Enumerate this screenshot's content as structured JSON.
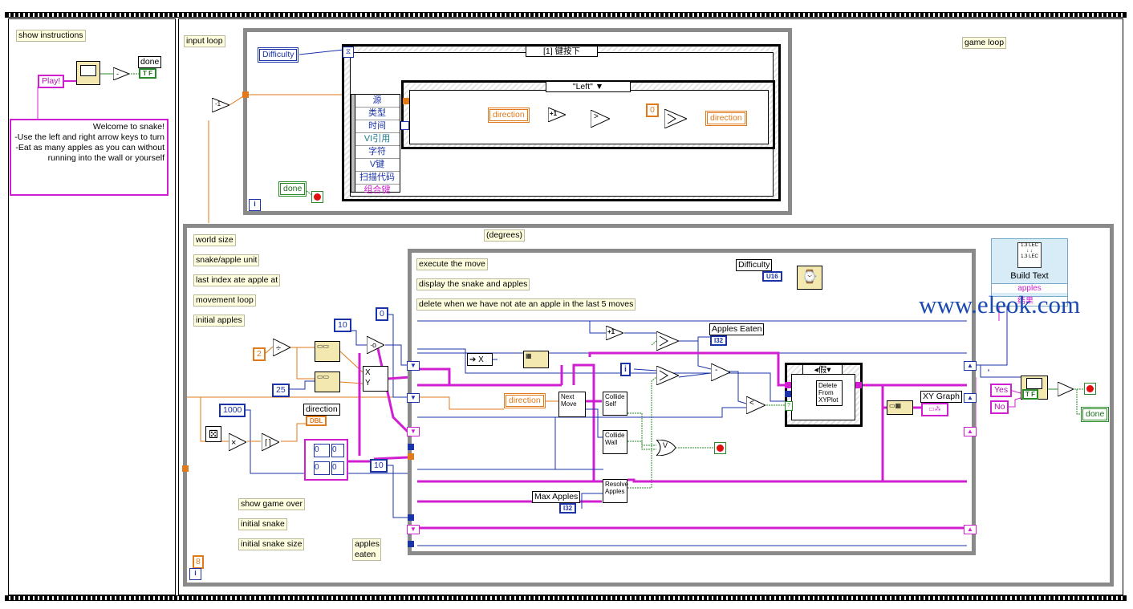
{
  "instructions_panel": {
    "show_instructions": "show instructions",
    "play_label": "Play!",
    "done_label": "done",
    "tf_label": "T F",
    "welcome_text_1": "Welcome to snake!",
    "welcome_text_2": "-Use the left and right arrow keys to turn",
    "welcome_text_3": "-Eat as many apples as you can without running into the wall or yourself"
  },
  "input_loop": {
    "title": "input loop",
    "difficulty": "Difficulty",
    "event_case": "[1] 键按下",
    "event_fields": [
      "源",
      "类型",
      "时间",
      "VI引用",
      "字符",
      "V键",
      "扫描代码",
      "组合键"
    ],
    "inner_case": "\"Left\"",
    "direction_in": "direction",
    "increment": "+1",
    "greater": ">",
    "zero": "0",
    "direction_out": "direction",
    "done": "done",
    "i": "i",
    "decrement": "-1"
  },
  "game_loop": {
    "title": "game loop",
    "degrees": "(degrees)",
    "comments": [
      "world size",
      "snake/apple unit",
      "last index ate apple at",
      "movement loop",
      "initial apples"
    ],
    "inner_comments": [
      "execute the move",
      "display the snake and apples",
      "delete when we have not ate an apple in the last 5 moves"
    ],
    "lower_comments": [
      "show game over",
      "initial snake",
      "initial snake size"
    ],
    "apples_eaten_comment": "apples eaten",
    "const_2": "2",
    "const_25": "25",
    "const_1000": "1000",
    "const_10_top": "10",
    "const_0_top": "0",
    "const_10_bottom": "10",
    "const_8": "8",
    "array_vals": [
      "0",
      "0",
      "0",
      "0"
    ],
    "direction": "direction",
    "dbl": "DBL",
    "difficulty": "Difficulty",
    "u16": "U16",
    "apples_eaten": "Apples Eaten",
    "i32": "I32",
    "i_const": "i",
    "x_label": "X",
    "y_label": "Y",
    "direction_mid": "direction",
    "next_move": "Next Move",
    "collide_self": "Collide Self",
    "collide_wall": "Collide Wall",
    "resolve_apples": "Resolve Apples",
    "max_apples": "Max Apples",
    "max_i32": "I32",
    "case_false": "假",
    "delete_xy": "Delete From XYPlot",
    "xy_graph": "XY Graph",
    "less": "<",
    "minus": "-",
    "plus1": "+1",
    "or": "V"
  },
  "right_panel": {
    "build_text": "Build Text",
    "apples": "apples",
    "result": "结果",
    "yes": "Yes",
    "no": "No",
    "tf": "T F",
    "done": "done"
  },
  "watermark": "www.eleok.com",
  "colors": {
    "blue_wire": "#1a33a8",
    "orange_wire": "#e07a1a",
    "pink_wire": "#d01fd0",
    "green_wire": "#2a8a2a",
    "loop_border": "#8a8a8a",
    "watermark": "#1a4ab0"
  }
}
